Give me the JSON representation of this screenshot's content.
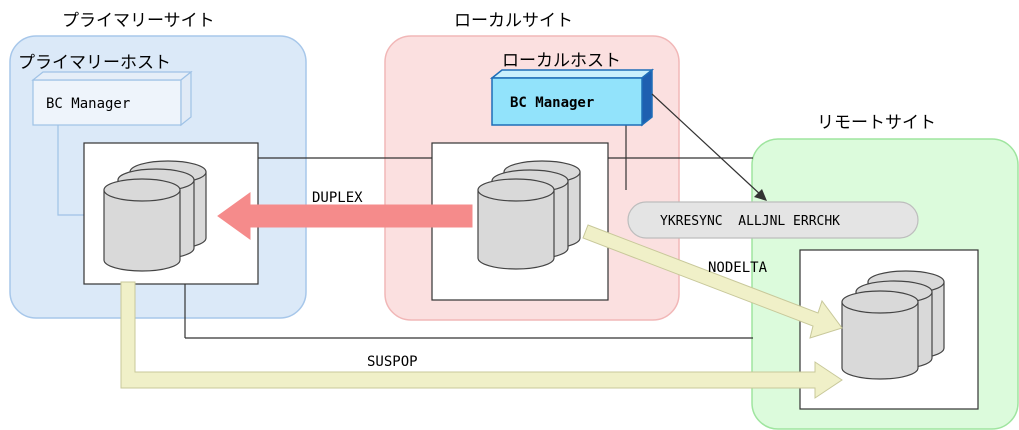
{
  "sites": {
    "primary": {
      "site_label": "プライマリーサイト",
      "host_label": "プライマリーホスト",
      "software": "BC Manager"
    },
    "local": {
      "site_label": "ローカルサイト",
      "host_label": "ローカルホスト",
      "software": "BC Manager"
    },
    "remote": {
      "site_label": "リモートサイト"
    }
  },
  "flows": {
    "duplex": "DUPLEX",
    "nodelta": "NODELTA",
    "suspop": "SUSPOP"
  },
  "command": "YKRESYNC  ALLJNL ERRCHK",
  "colors": {
    "primary_site_fill": "#dbe9f8",
    "primary_site_stroke": "#a7c7ea",
    "local_site_fill": "#fbe0e0",
    "local_site_stroke": "#f1b7b7",
    "remote_site_fill": "#dcfbdc",
    "remote_site_stroke": "#9fe59f",
    "bc_active_front": "#92e3fb",
    "duplex_arrow": "#f58b8b",
    "copy_arrow": "#f0f0c8",
    "copy_arrow_stroke": "#c8c89a"
  }
}
